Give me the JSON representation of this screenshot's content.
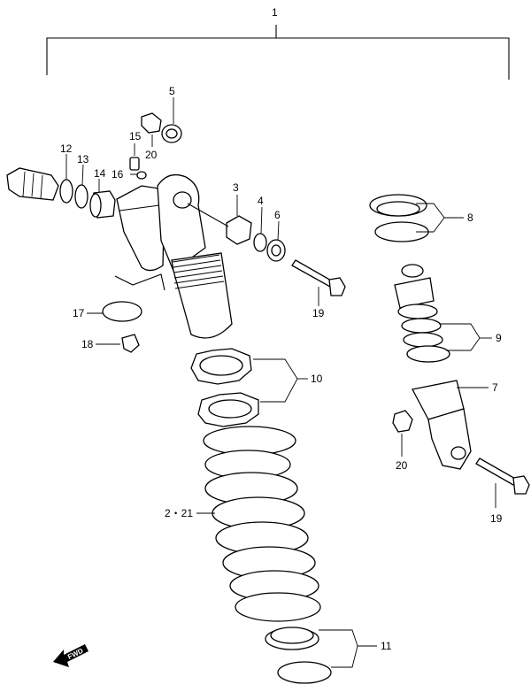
{
  "callouts": {
    "c1": "1",
    "c2_21": "2・21",
    "c3": "3",
    "c4": "4",
    "c5": "5",
    "c6": "6",
    "c7": "7",
    "c8": "8",
    "c9": "9",
    "c10": "10",
    "c11": "11",
    "c12": "12",
    "c13": "13",
    "c14": "14",
    "c15": "15",
    "c16": "16",
    "c17": "17",
    "c18": "18",
    "c19a": "19",
    "c19b": "19",
    "c20a": "20",
    "c20b": "20"
  },
  "fwd_label": "FWD"
}
